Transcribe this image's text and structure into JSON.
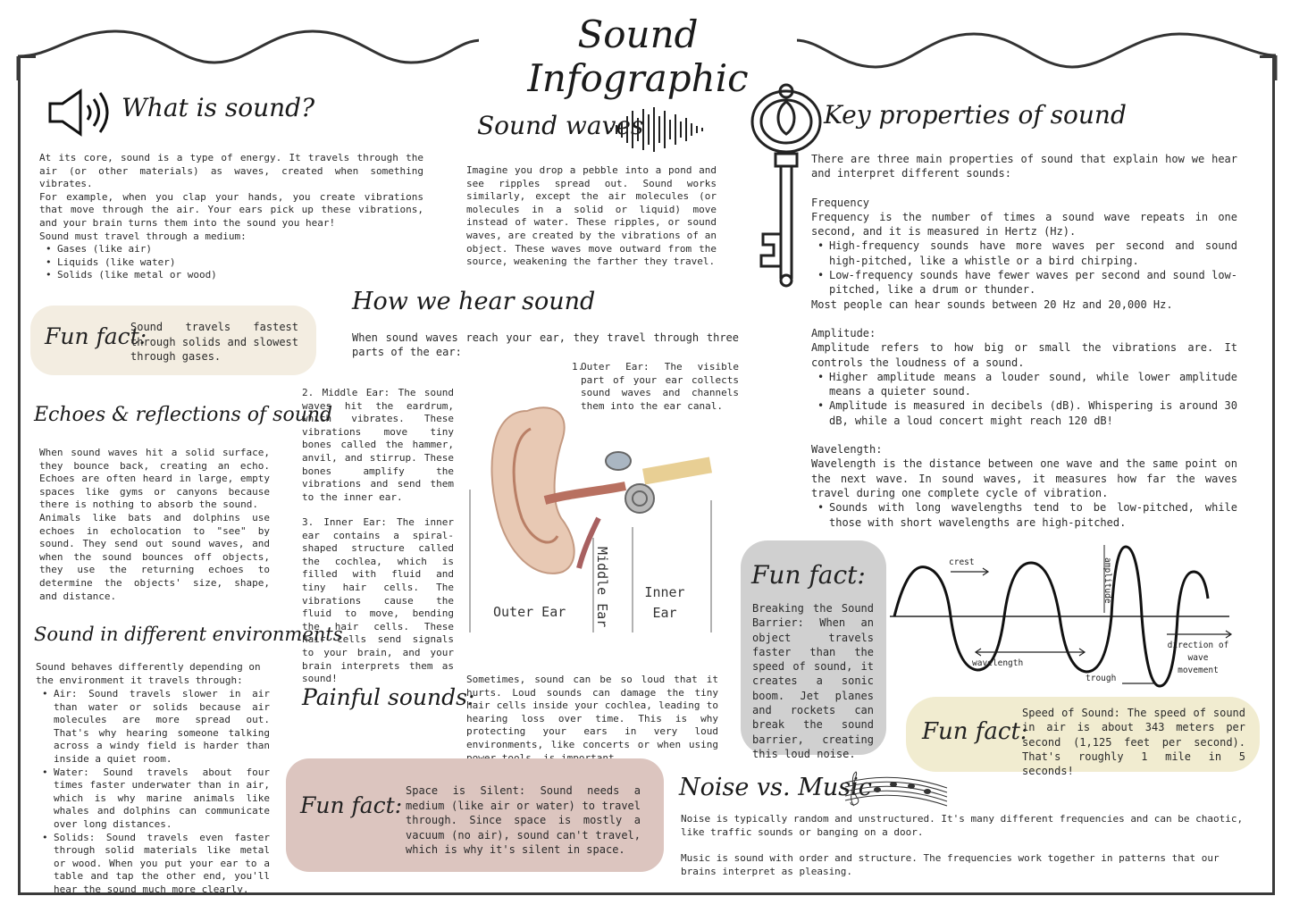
{
  "title": "Sound Infographic",
  "what": {
    "heading": "What is sound?",
    "body": "At its core, sound is a type of energy. It travels through the air (or other materials) as waves, created when something vibrates.\nFor example, when you clap your hands, you create vibrations that move through the air. Your ears pick up these vibrations, and your brain turns them into the sound you hear!",
    "medium_intro": "Sound must travel through a medium:",
    "media": [
      "Gases (like air)",
      "Liquids (like water)",
      "Solids (like metal or wood)"
    ]
  },
  "fact1": {
    "label": "Fun fact:",
    "text": "Sound travels fastest through solids and slowest through gases."
  },
  "echoes": {
    "heading": "Echoes & reflections of sound",
    "body": "When sound waves hit a solid surface, they bounce back, creating an echo. Echoes are often heard in large, empty spaces like gyms or canyons because there is nothing to absorb the sound.\nAnimals like bats and dolphins use echoes in echolocation to \"see\" by sound. They send out sound waves, and when the sound bounces off objects, they use the returning echoes to determine the objects' size, shape, and distance."
  },
  "environments": {
    "heading": "Sound in different environments",
    "intro": "Sound behaves differently depending on the environment it travels through:",
    "items": [
      "Air: Sound travels slower in air than water or solids because air molecules are more spread out. That's why hearing someone talking across a windy field is harder than inside a quiet room.",
      "Water: Sound travels about four times faster underwater than in air, which is why marine animals like whales and dolphins can communicate over long distances.",
      "Solids: Sound travels even faster through solid materials like metal or wood. When you put your ear to a table and tap the other end, you'll hear the sound much more clearly."
    ]
  },
  "waves": {
    "heading": "Sound waves",
    "body": "Imagine you drop a pebble into a pond and see ripples spread out. Sound works similarly, except the air molecules (or molecules in a solid or liquid) move instead of water. These ripples, or sound waves, are created by the vibrations of an object. These waves move outward from the source, weakening the farther they travel."
  },
  "hear": {
    "heading": "How we hear sound",
    "intro": "When sound waves reach your ear, they travel through three parts of the ear:",
    "outer": "Outer Ear: The visible part of your ear collects sound waves and channels them into the ear canal.",
    "outer_num": "1.",
    "middle": "2. Middle Ear: The sound waves hit the eardrum, which vibrates. These vibrations move tiny bones called the hammer, anvil, and stirrup. These bones amplify the vibrations and send them to the inner ear.",
    "inner": "3. Inner Ear: The inner ear contains a spiral-shaped structure called the cochlea, which is filled with fluid and tiny hair cells. The vibrations cause the fluid to move, bending the hair cells. These hair cells send signals to your brain, and your brain interprets them as sound!",
    "labels": {
      "outer": "Outer Ear",
      "middle": "Middle Ear",
      "inner": "Inner\nEar"
    }
  },
  "painful": {
    "heading": "Painful sounds:",
    "body": "Sometimes, sound can be so loud that it hurts. Loud sounds can damage the tiny hair cells inside your cochlea, leading to hearing loss over time. This is why protecting your ears in very loud environments, like concerts or when using power tools, is important."
  },
  "fact2": {
    "label": "Fun fact:",
    "text": "Space is Silent: Sound needs a medium (like air or water) to travel through. Since space is mostly a vacuum (no air), sound can't travel, which is why it's silent in space."
  },
  "key": {
    "heading": "Key properties of sound",
    "intro": "There are three main properties of sound that explain how we hear and interpret different sounds:",
    "freq_title": "Frequency",
    "freq_body": "Frequency is the number of times a sound wave repeats in one second, and it is measured in Hertz (Hz).",
    "freq_items": [
      "High-frequency sounds have more waves per second and sound high-pitched, like a whistle or a bird chirping.",
      "Low-frequency sounds have fewer waves per second and sound low-pitched, like a drum or thunder."
    ],
    "freq_note": "Most people can hear sounds between 20 Hz and 20,000 Hz.",
    "amp_title": "Amplitude:",
    "amp_body": "Amplitude refers to how big or small the vibrations are. It controls the loudness of a sound.",
    "amp_items": [
      "Higher amplitude means a louder sound, while lower amplitude means a quieter sound.",
      "Amplitude is measured in decibels (dB). Whispering is around 30 dB, while a loud concert might reach 120 dB!"
    ],
    "wl_title": "Wavelength:",
    "wl_body": "Wavelength is the distance between one wave and the same point on the next wave. In sound waves, it measures how far the waves travel during one complete cycle of vibration.",
    "wl_items": [
      "Sounds with long wavelengths tend to be low-pitched, while those with short wavelengths are high-pitched."
    ]
  },
  "fact3": {
    "label": "Fun fact:",
    "text": "Breaking the Sound Barrier: When an object travels faster than the speed of sound, it creates a sonic boom. Jet planes and rockets can break the sound barrier, creating this loud noise."
  },
  "wave_diagram": {
    "crest": "crest",
    "amplitude": "amplitude",
    "wavelength": "wavelength",
    "trough": "trough",
    "direction": "direction of\nwave\nmovement"
  },
  "fact4": {
    "label": "Fun fact:",
    "text": "Speed of Sound: The speed of sound in air is about 343 meters per second (1,125 feet per second). That's roughly 1 mile in 5 seconds!"
  },
  "noise": {
    "heading": "Noise vs. Music",
    "noise_text": "Noise is typically random and unstructured. It's many different frequencies and can be chaotic, like traffic sounds or banging on a door.",
    "music_text": "Music is sound with order and structure. The frequencies work together in patterns that our brains interpret as pleasing."
  },
  "colors": {
    "cream": "#f3ede1",
    "pink": "#dcc5bf",
    "grey": "#d0d0d0",
    "yellow": "#f1ecd0"
  }
}
